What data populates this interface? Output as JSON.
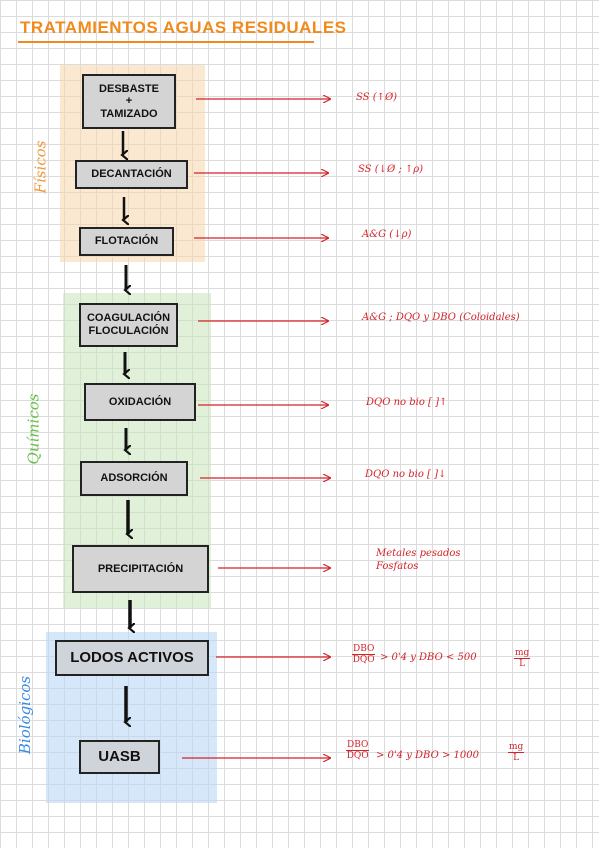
{
  "title": "Tratamientos aguas residuales",
  "sections": {
    "fisicos": "Físicos",
    "quimicos": "Químicos",
    "biologicos": "Biológicos"
  },
  "steps": [
    {
      "label": "Desbaste\n+\nTamizado",
      "result": "SS (↑Ø)"
    },
    {
      "label": "Decantación",
      "result": "SS (↓Ø ; ↑ρ)"
    },
    {
      "label": "Flotación",
      "result": "A&G (↓ρ)"
    },
    {
      "label": "Coagulación\nFloculación",
      "result": "A&G ; DQO y DBO (Coloidales)"
    },
    {
      "label": "Oxidación",
      "result": "DQO no bio [ ]↑"
    },
    {
      "label": "Adsorción",
      "result": "DQO no bio [ ]↓"
    },
    {
      "label": "Precipitación",
      "result": "Metales pesados\nFosfatos"
    },
    {
      "label": "Lodos Activos",
      "result_ratio": {
        "num": "DBO",
        "den": "DQO"
      },
      "result_cond": "> 0'4  y  DBO < 500",
      "result_unit": {
        "num": "mg",
        "den": "L"
      }
    },
    {
      "label": "UASB",
      "result_ratio": {
        "num": "DBO",
        "den": "DQO"
      },
      "result_cond": "> 0'4  y  DBO > 1000",
      "result_unit": {
        "num": "mg",
        "den": "L"
      }
    }
  ],
  "colors": {
    "fisicos": "#f5d5aa",
    "quimicos": "#c8e4b9",
    "biologicos": "#b9d7f5",
    "arrow": "#d2232a",
    "title": "#f08a1c"
  }
}
